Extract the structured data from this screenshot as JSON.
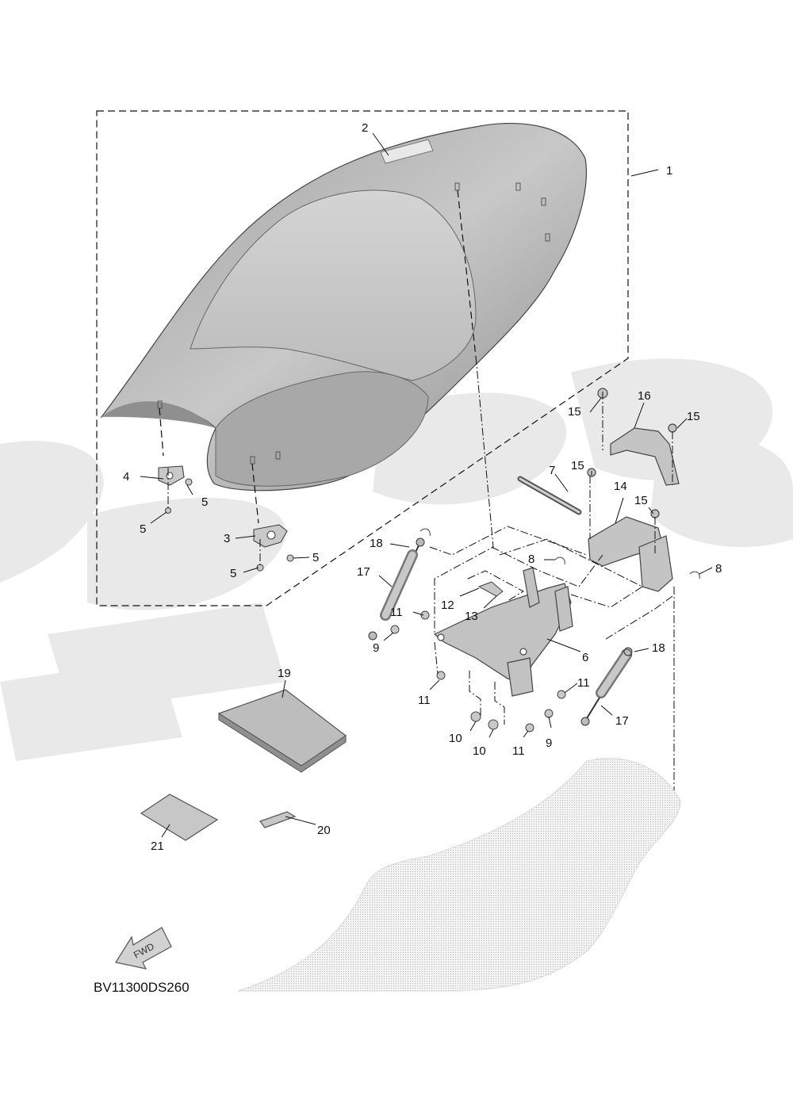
{
  "diagram_code": "BV11300DS260",
  "fwd_label": "FWD",
  "watermark_color": "#e6e6e6",
  "part_color": "#bdbdbd",
  "callouts": [
    {
      "id": "1",
      "text": "1"
    },
    {
      "id": "2",
      "text": "2"
    },
    {
      "id": "3",
      "text": "3"
    },
    {
      "id": "4",
      "text": "4"
    },
    {
      "id": "5a",
      "text": "5"
    },
    {
      "id": "5b",
      "text": "5"
    },
    {
      "id": "5c",
      "text": "5"
    },
    {
      "id": "5d",
      "text": "5"
    },
    {
      "id": "6",
      "text": "6"
    },
    {
      "id": "7",
      "text": "7"
    },
    {
      "id": "8a",
      "text": "8"
    },
    {
      "id": "8b",
      "text": "8"
    },
    {
      "id": "9a",
      "text": "9"
    },
    {
      "id": "9b",
      "text": "9"
    },
    {
      "id": "10a",
      "text": "10"
    },
    {
      "id": "10b",
      "text": "10"
    },
    {
      "id": "11a",
      "text": "11"
    },
    {
      "id": "11b",
      "text": "11"
    },
    {
      "id": "11c",
      "text": "11"
    },
    {
      "id": "11d",
      "text": "11"
    },
    {
      "id": "12",
      "text": "12"
    },
    {
      "id": "13",
      "text": "13"
    },
    {
      "id": "14",
      "text": "14"
    },
    {
      "id": "15a",
      "text": "15"
    },
    {
      "id": "15b",
      "text": "15"
    },
    {
      "id": "15c",
      "text": "15"
    },
    {
      "id": "15d",
      "text": "15"
    },
    {
      "id": "16",
      "text": "16"
    },
    {
      "id": "17a",
      "text": "17"
    },
    {
      "id": "17b",
      "text": "17"
    },
    {
      "id": "18a",
      "text": "18"
    },
    {
      "id": "18b",
      "text": "18"
    },
    {
      "id": "19",
      "text": "19"
    },
    {
      "id": "20",
      "text": "20"
    },
    {
      "id": "21",
      "text": "21"
    }
  ]
}
